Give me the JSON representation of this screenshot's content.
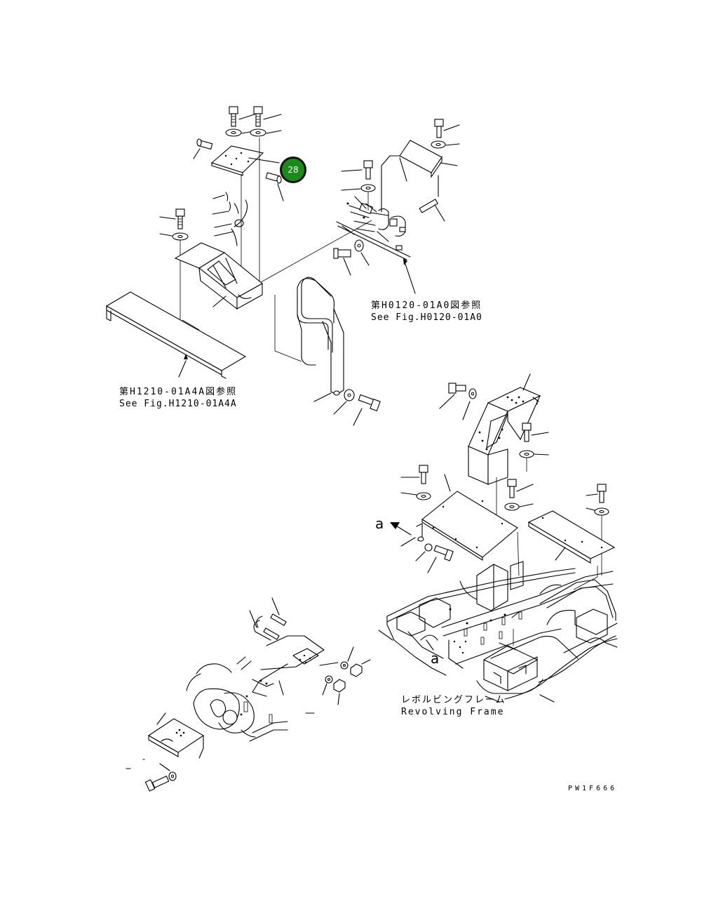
{
  "callouts": [
    {
      "number": "28"
    }
  ],
  "references": {
    "upper_right": {
      "line1": "第H0120-01A0図参照",
      "line2": "See Fig.H0120-01A0"
    },
    "left": {
      "line1": "第H1210-01A4A図参照",
      "line2": "See Fig.H1210-01A4A"
    }
  },
  "frame_label": {
    "jp": "レボルビングフレーム",
    "en": "Revolving Frame"
  },
  "view_letters": {
    "top": "a",
    "bottom": "a"
  },
  "drawing_code": "PW1F666",
  "colors": {
    "callout_fill": "#1b8a1b",
    "line": "#000000"
  }
}
